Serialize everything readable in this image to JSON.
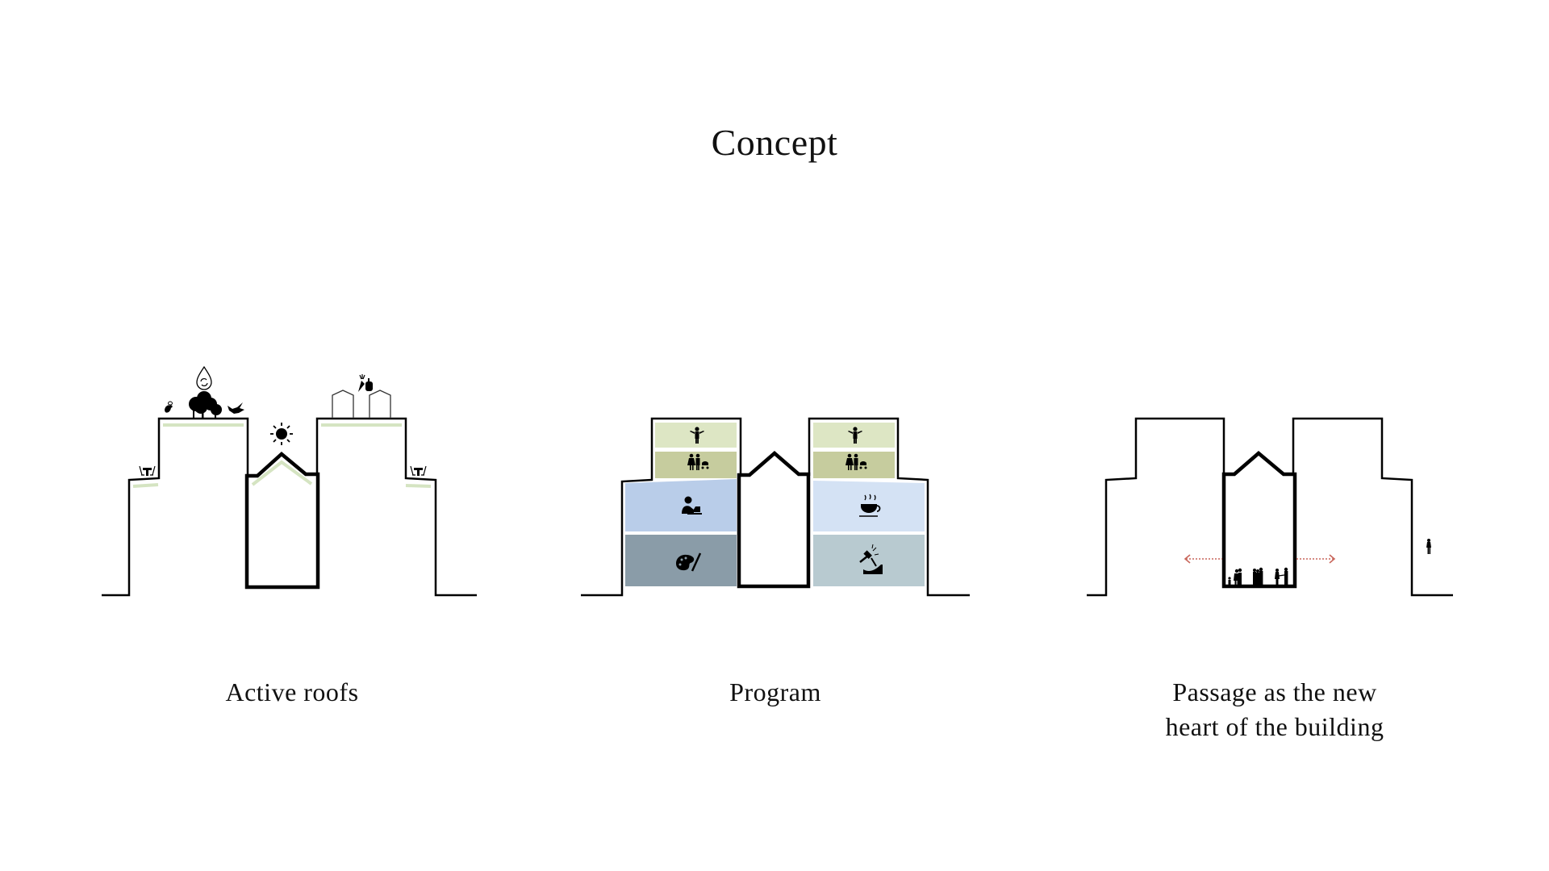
{
  "title": "Concept",
  "panels": [
    {
      "id": "active-roofs",
      "caption": "Active roofs",
      "icons": [
        "water-recycle-icon",
        "tree-icon",
        "bee-icon",
        "bird-icon",
        "sun-icon",
        "greenhouse-icon",
        "vegetables-icon",
        "terrace-table-icon"
      ],
      "colors": {
        "green_roof": "#d5e4c2"
      }
    },
    {
      "id": "program",
      "caption": "Program",
      "left_column": [
        {
          "use": "living",
          "icon": "person-welcoming-icon",
          "color": "#dde6c4"
        },
        {
          "use": "family-housing",
          "icon": "family-stroller-icon",
          "color": "#c6cc9e"
        },
        {
          "use": "education",
          "icon": "person-laptop-icon",
          "color": "#b9cde9"
        },
        {
          "use": "art",
          "icon": "palette-brush-icon",
          "color": "#8a9ca8"
        }
      ],
      "right_column": [
        {
          "use": "living",
          "icon": "person-welcoming-icon",
          "color": "#dde6c4"
        },
        {
          "use": "family-housing",
          "icon": "family-stroller-icon",
          "color": "#c6cc9e"
        },
        {
          "use": "cafe",
          "icon": "coffee-cup-icon",
          "color": "#d4e2f4"
        },
        {
          "use": "crafts",
          "icon": "hammer-craft-icon",
          "color": "#b8cad0"
        }
      ]
    },
    {
      "id": "passage",
      "caption_line1": "Passage as the new",
      "caption_line2": "heart of the building",
      "icons": [
        "heart-icon",
        "people-icon",
        "walking-person-icon",
        "double-arrow-icon"
      ],
      "colors": {
        "passage_fill": "#cd6a5f",
        "arrow": "#c9675c"
      }
    }
  ]
}
